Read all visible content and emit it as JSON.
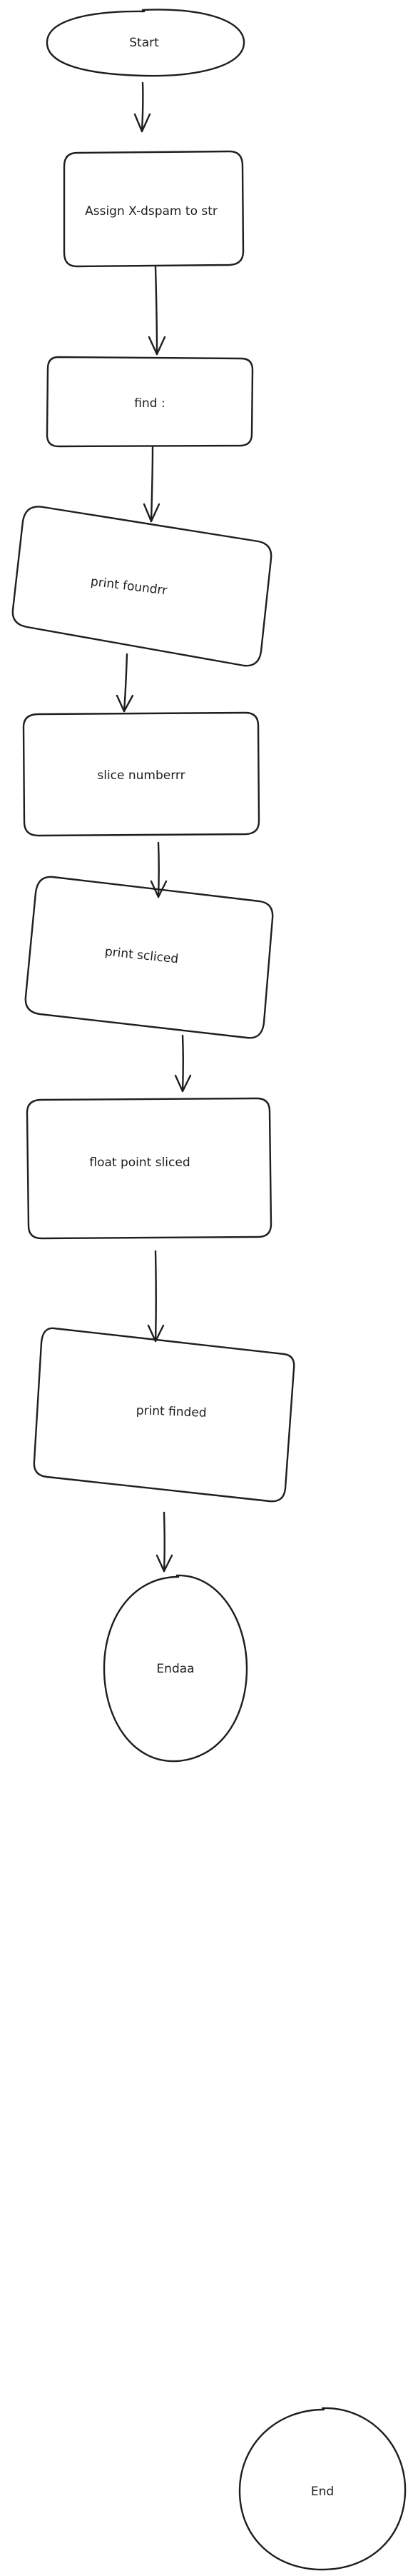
{
  "diagram": {
    "type": "flowchart",
    "nodes": [
      {
        "id": "start",
        "shape": "ellipse",
        "label": "Start"
      },
      {
        "id": "assign",
        "shape": "rect",
        "label": "Assign X-dspam to str"
      },
      {
        "id": "find",
        "shape": "rect",
        "label": "find :"
      },
      {
        "id": "print-found",
        "shape": "parallelogram",
        "label": "print foundrr"
      },
      {
        "id": "slice",
        "shape": "rect",
        "label": "slice numberrr"
      },
      {
        "id": "print-sliced",
        "shape": "parallelogram",
        "label": "print scliced"
      },
      {
        "id": "float",
        "shape": "rect",
        "label": "float point sliced"
      },
      {
        "id": "print-finded",
        "shape": "parallelogram",
        "label": "print finded"
      },
      {
        "id": "endaa",
        "shape": "ellipse",
        "label": "Endaa"
      },
      {
        "id": "end",
        "shape": "ellipse",
        "label": "End"
      }
    ],
    "edges": [
      {
        "from": "start",
        "to": "assign"
      },
      {
        "from": "assign",
        "to": "find"
      },
      {
        "from": "find",
        "to": "print-found"
      },
      {
        "from": "print-found",
        "to": "slice"
      },
      {
        "from": "slice",
        "to": "print-sliced"
      },
      {
        "from": "print-sliced",
        "to": "float"
      },
      {
        "from": "float",
        "to": "print-finded"
      },
      {
        "from": "print-finded",
        "to": "endaa"
      }
    ]
  }
}
